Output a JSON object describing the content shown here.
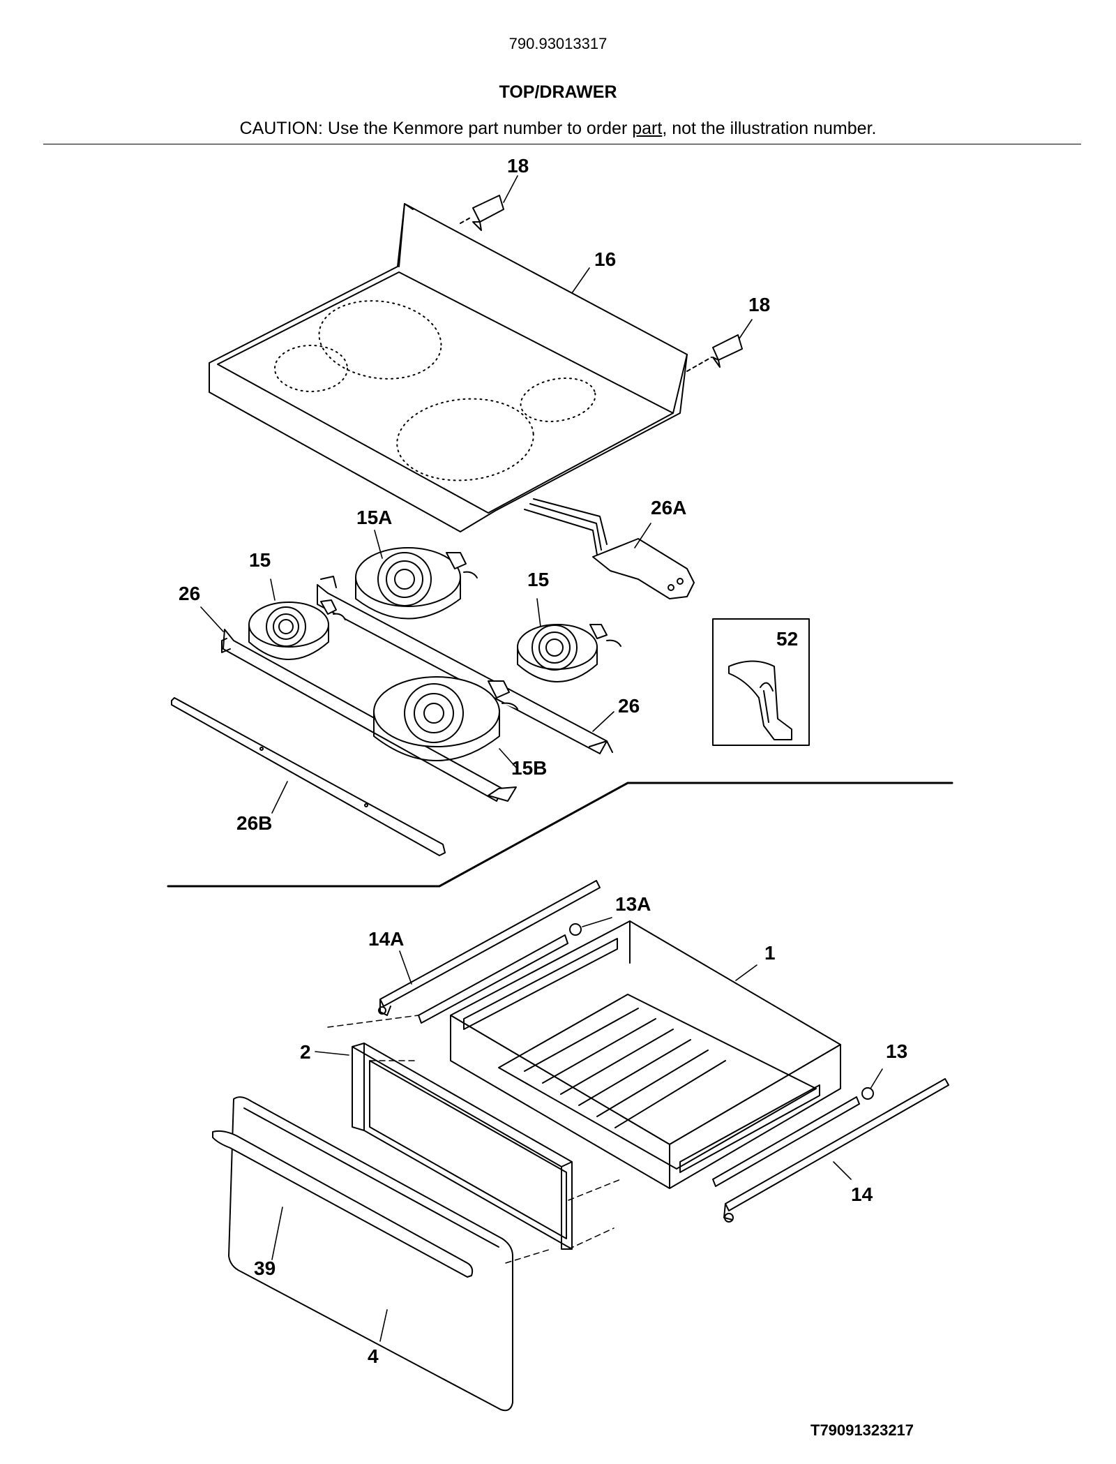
{
  "header": {
    "model_number": "790.93013317",
    "section_title": "TOP/DRAWER",
    "caution_prefix": "CAUTION: Use the Kenmore part number to order ",
    "caution_link": "part",
    "caution_suffix": ", not the illustration number."
  },
  "diagram_id": "T79091323217",
  "callouts": {
    "c18a": "18",
    "c16": "16",
    "c18b": "18",
    "c26A": "26A",
    "c15A": "15A",
    "c15a": "15",
    "c15b": "15",
    "c26a": "26",
    "c52": "52",
    "c26b": "26",
    "c15B": "15B",
    "c26B": "26B",
    "c13A": "13A",
    "c14A": "14A",
    "c1": "1",
    "c2": "2",
    "c13": "13",
    "c14": "14",
    "c39": "39",
    "c4": "4"
  }
}
